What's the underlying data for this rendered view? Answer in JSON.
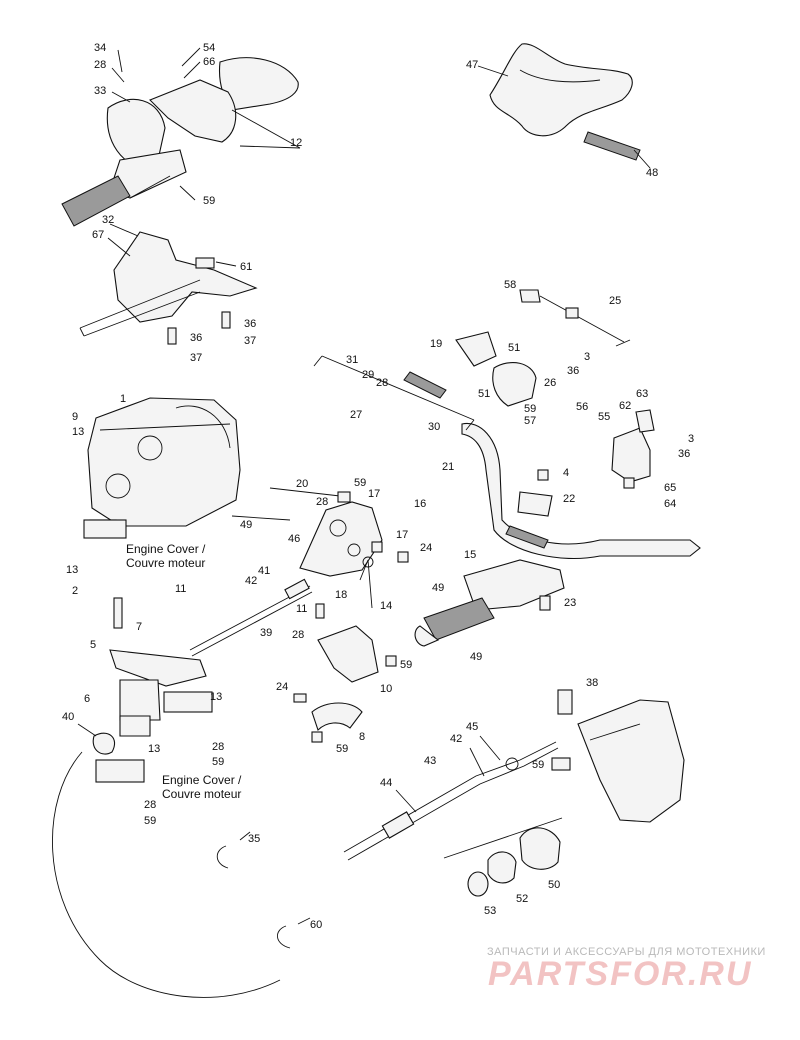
{
  "diagram": {
    "labels": [
      "34",
      "28",
      "54",
      "66",
      "33",
      "12",
      "59",
      "47",
      "48",
      "32",
      "67",
      "61",
      "36",
      "36",
      "37",
      "37",
      "58",
      "25",
      "31",
      "29",
      "28",
      "19",
      "51",
      "3",
      "36",
      "26",
      "51",
      "59",
      "57",
      "27",
      "30",
      "9",
      "13",
      "1",
      "56",
      "55",
      "62",
      "63",
      "3",
      "36",
      "21",
      "4",
      "22",
      "65",
      "64",
      "20",
      "59",
      "28",
      "17",
      "16",
      "49",
      "46",
      "17",
      "24",
      "15",
      "49",
      "23",
      "49",
      "11",
      "42",
      "41",
      "18",
      "14",
      "7",
      "39",
      "11",
      "28",
      "59",
      "10",
      "5",
      "13",
      "24",
      "6",
      "8",
      "59",
      "40",
      "13",
      "28",
      "59",
      "28",
      "59",
      "38",
      "45",
      "42",
      "43",
      "59",
      "44",
      "35",
      "53",
      "52",
      "50",
      "60",
      "13",
      "2"
    ],
    "notes": [
      {
        "line1": "Engine Cover /",
        "line2": "Couvre moteur"
      },
      {
        "line1": "Engine Cover /",
        "line2": "Couvre moteur"
      }
    ]
  },
  "watermark": {
    "tagline": "ЗАПЧАСТИ И АКСЕССУАРЫ ДЛЯ МОТОТЕХНИКИ",
    "logo": "PARTSFOR.RU"
  }
}
